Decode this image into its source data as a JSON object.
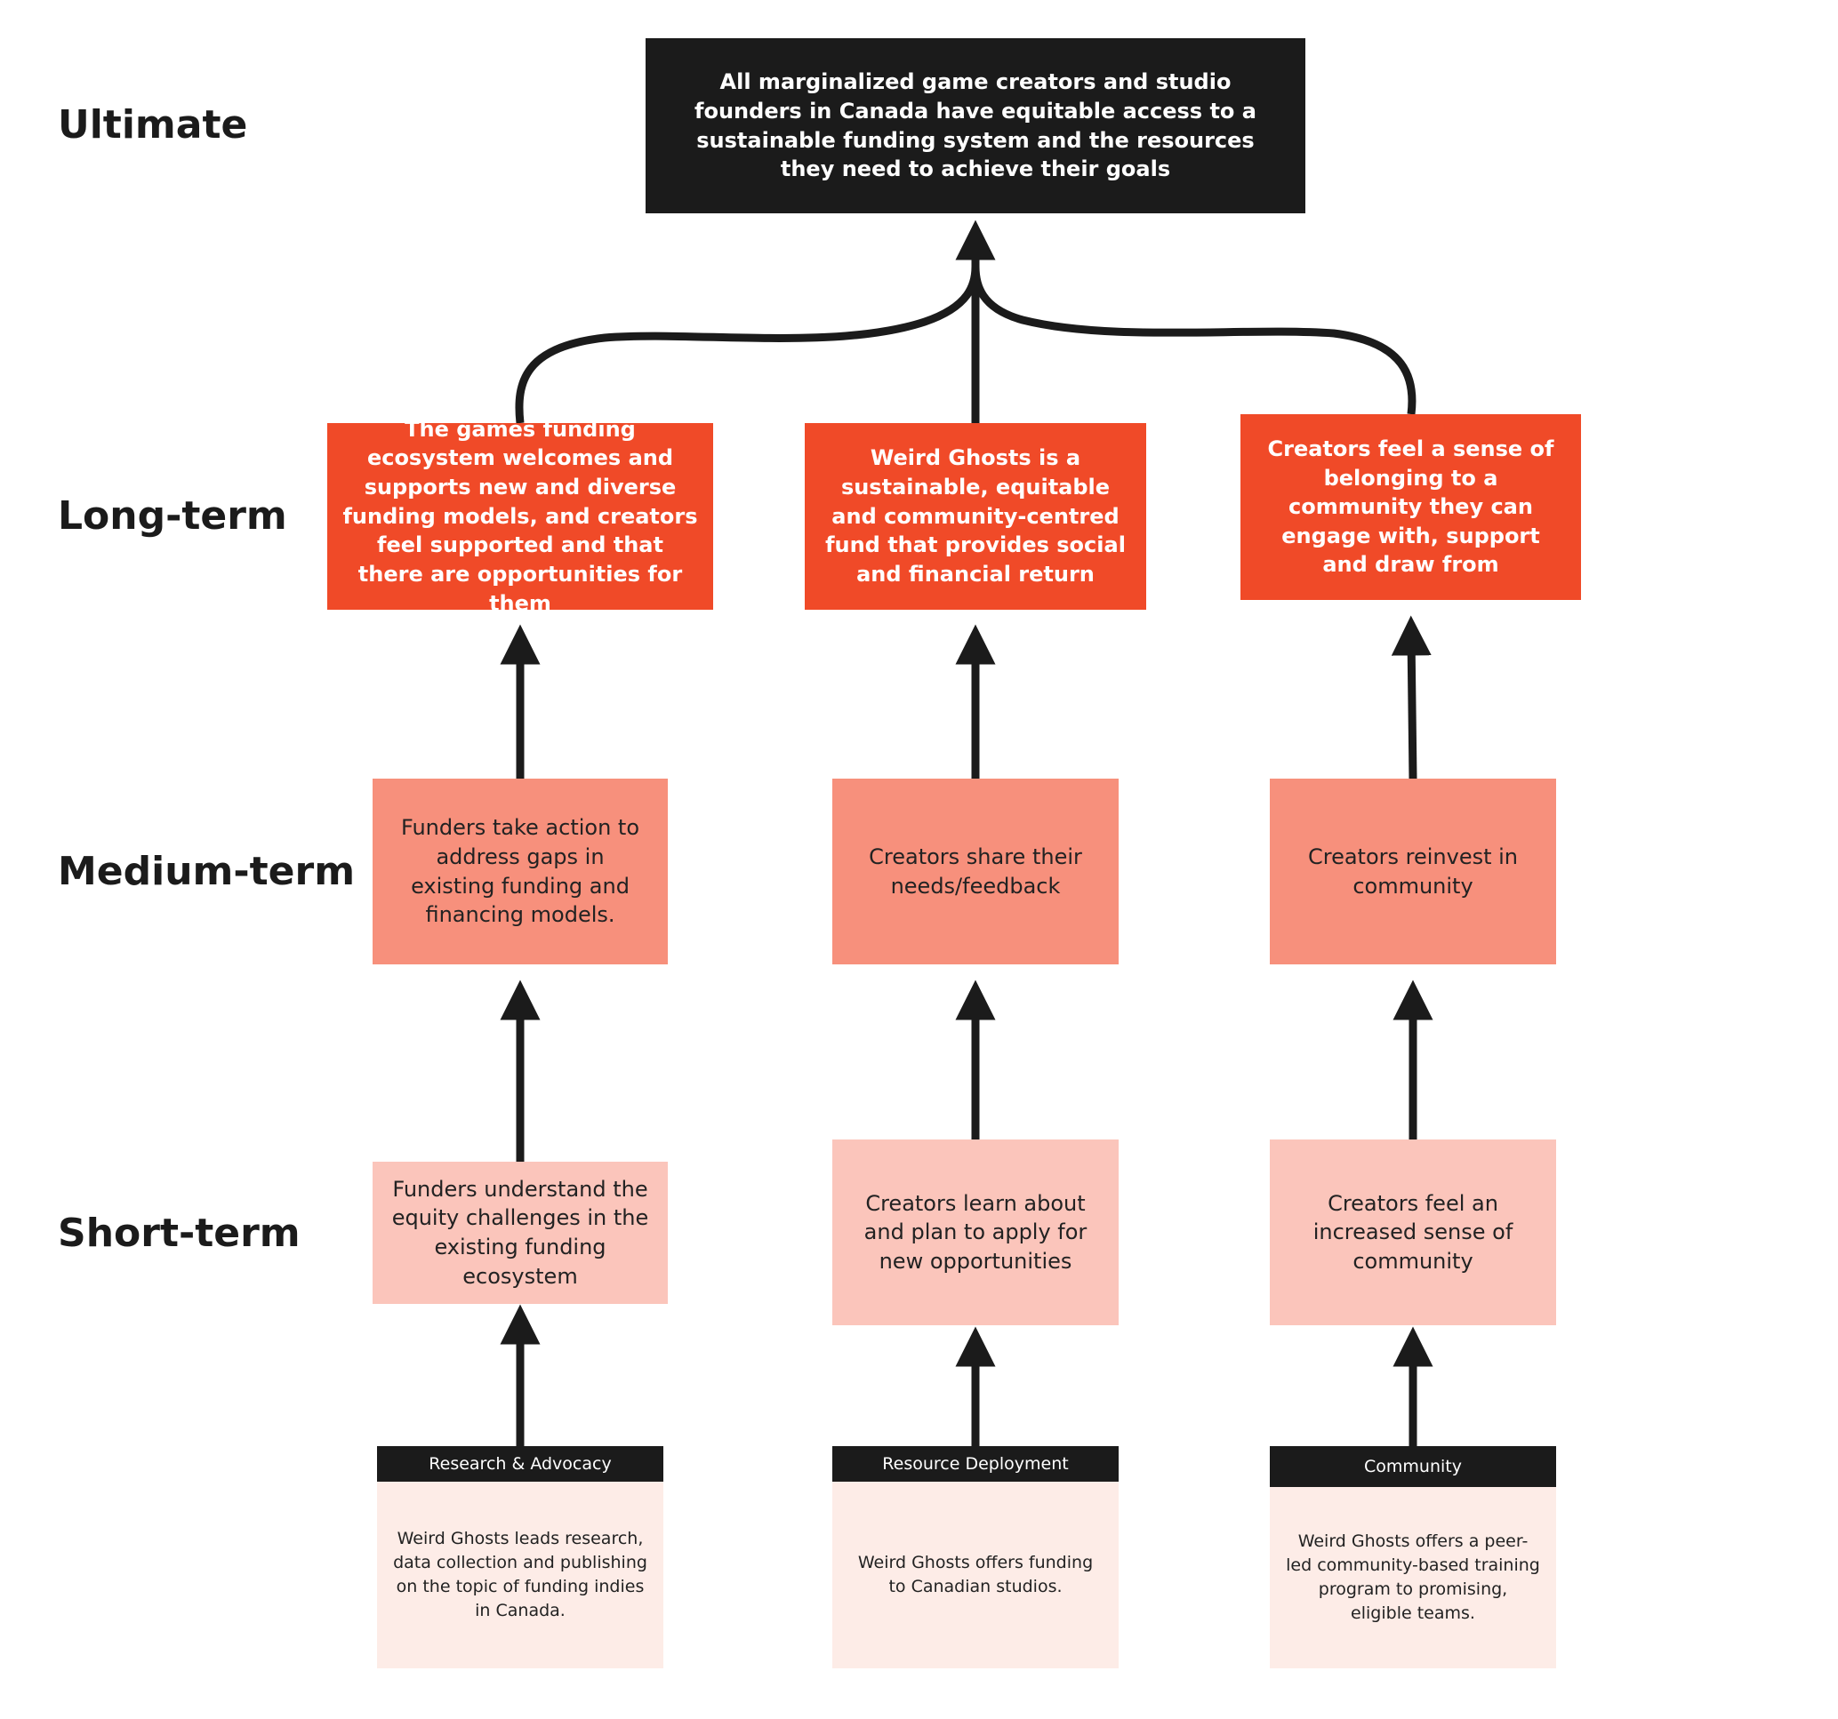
{
  "tiers": {
    "ultimate": "Ultimate",
    "long_term": "Long-term",
    "medium_term": "Medium-term",
    "short_term": "Short-term"
  },
  "outcomes": {
    "ultimate": "All marginalized game creators and studio founders in Canada have equitable access to a sustainable funding system and the resources they need to achieve their goals",
    "long_term": [
      "The games funding ecosystem welcomes and supports new and diverse funding models, and creators feel supported and that there are opportunities for them",
      "Weird Ghosts is a sustainable, equitable and community-centred fund that provides social and financial return",
      "Creators feel a sense of belonging to a community they can engage with, support and draw from"
    ],
    "medium_term": [
      "Funders take action to address gaps in existing funding and financing models.",
      "Creators share their needs/feedback",
      "Creators reinvest in community"
    ],
    "short_term": [
      "Funders understand the equity challenges in the existing funding ecosystem",
      "Creators learn about and plan to apply for new opportunities",
      "Creators feel an increased sense of community"
    ]
  },
  "activities": [
    {
      "title": "Research & Advocacy",
      "description": "Weird Ghosts leads research, data collection and publishing on the topic of funding indies in Canada."
    },
    {
      "title": "Resource Deployment",
      "description": "Weird Ghosts offers funding to Canadian studios."
    },
    {
      "title": "Community",
      "description": "Weird Ghosts offers a peer-led community-based training program to promising, eligible teams."
    }
  ],
  "colors": {
    "ultimate": "#1b1b1b",
    "long_term": "#f04a28",
    "medium_term": "#f7907c",
    "short_term": "#fbc5bb",
    "activity_body": "#fdece7",
    "arrow": "#1b1b1b"
  }
}
